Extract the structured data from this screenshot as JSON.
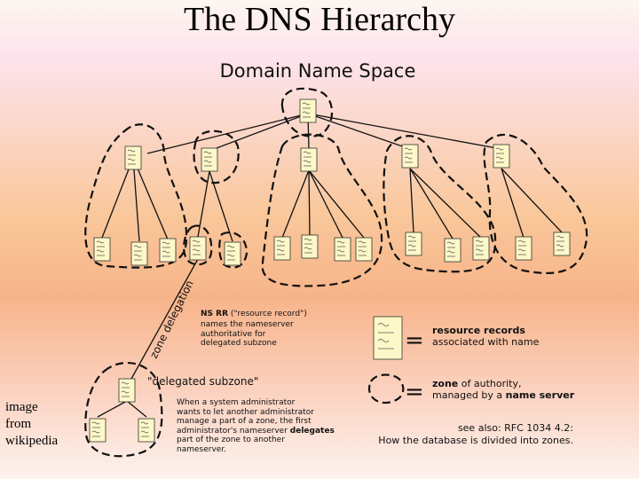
{
  "slide": {
    "title": "The DNS Hierarchy",
    "side_note_lines": [
      "image",
      "from",
      "wikipedia"
    ]
  },
  "diagram": {
    "heading": "Domain Name Space",
    "zone_delegation_label": "zone delegation",
    "ns_rr": {
      "line1_bold": "NS RR",
      "line1_rest": " (\"resource record\")",
      "line2": "names the nameserver",
      "line3": "authoritative for",
      "line4": "delegated subzone"
    },
    "delegated_subzone_label": "\"delegated subzone\"",
    "explanation": {
      "line1": "When a system administrator",
      "line2": "wants to let another administrator",
      "line3": "manage a part of a zone, the first",
      "line4_a": "administrator's nameserver ",
      "line4_b": "delegates",
      "line5": "part of the zone to another",
      "line6": "nameserver."
    },
    "legend": {
      "rr_bold": "resource records",
      "rr_rest": "associated with name",
      "zone_bold": "zone",
      "zone_rest": " of authority,",
      "zone_line2_a": "managed by a ",
      "zone_line2_b": "name server",
      "equals": "="
    },
    "see_also": {
      "line1": "see also: RFC 1034 4.2:",
      "line2": "How the database is divided into zones."
    }
  }
}
